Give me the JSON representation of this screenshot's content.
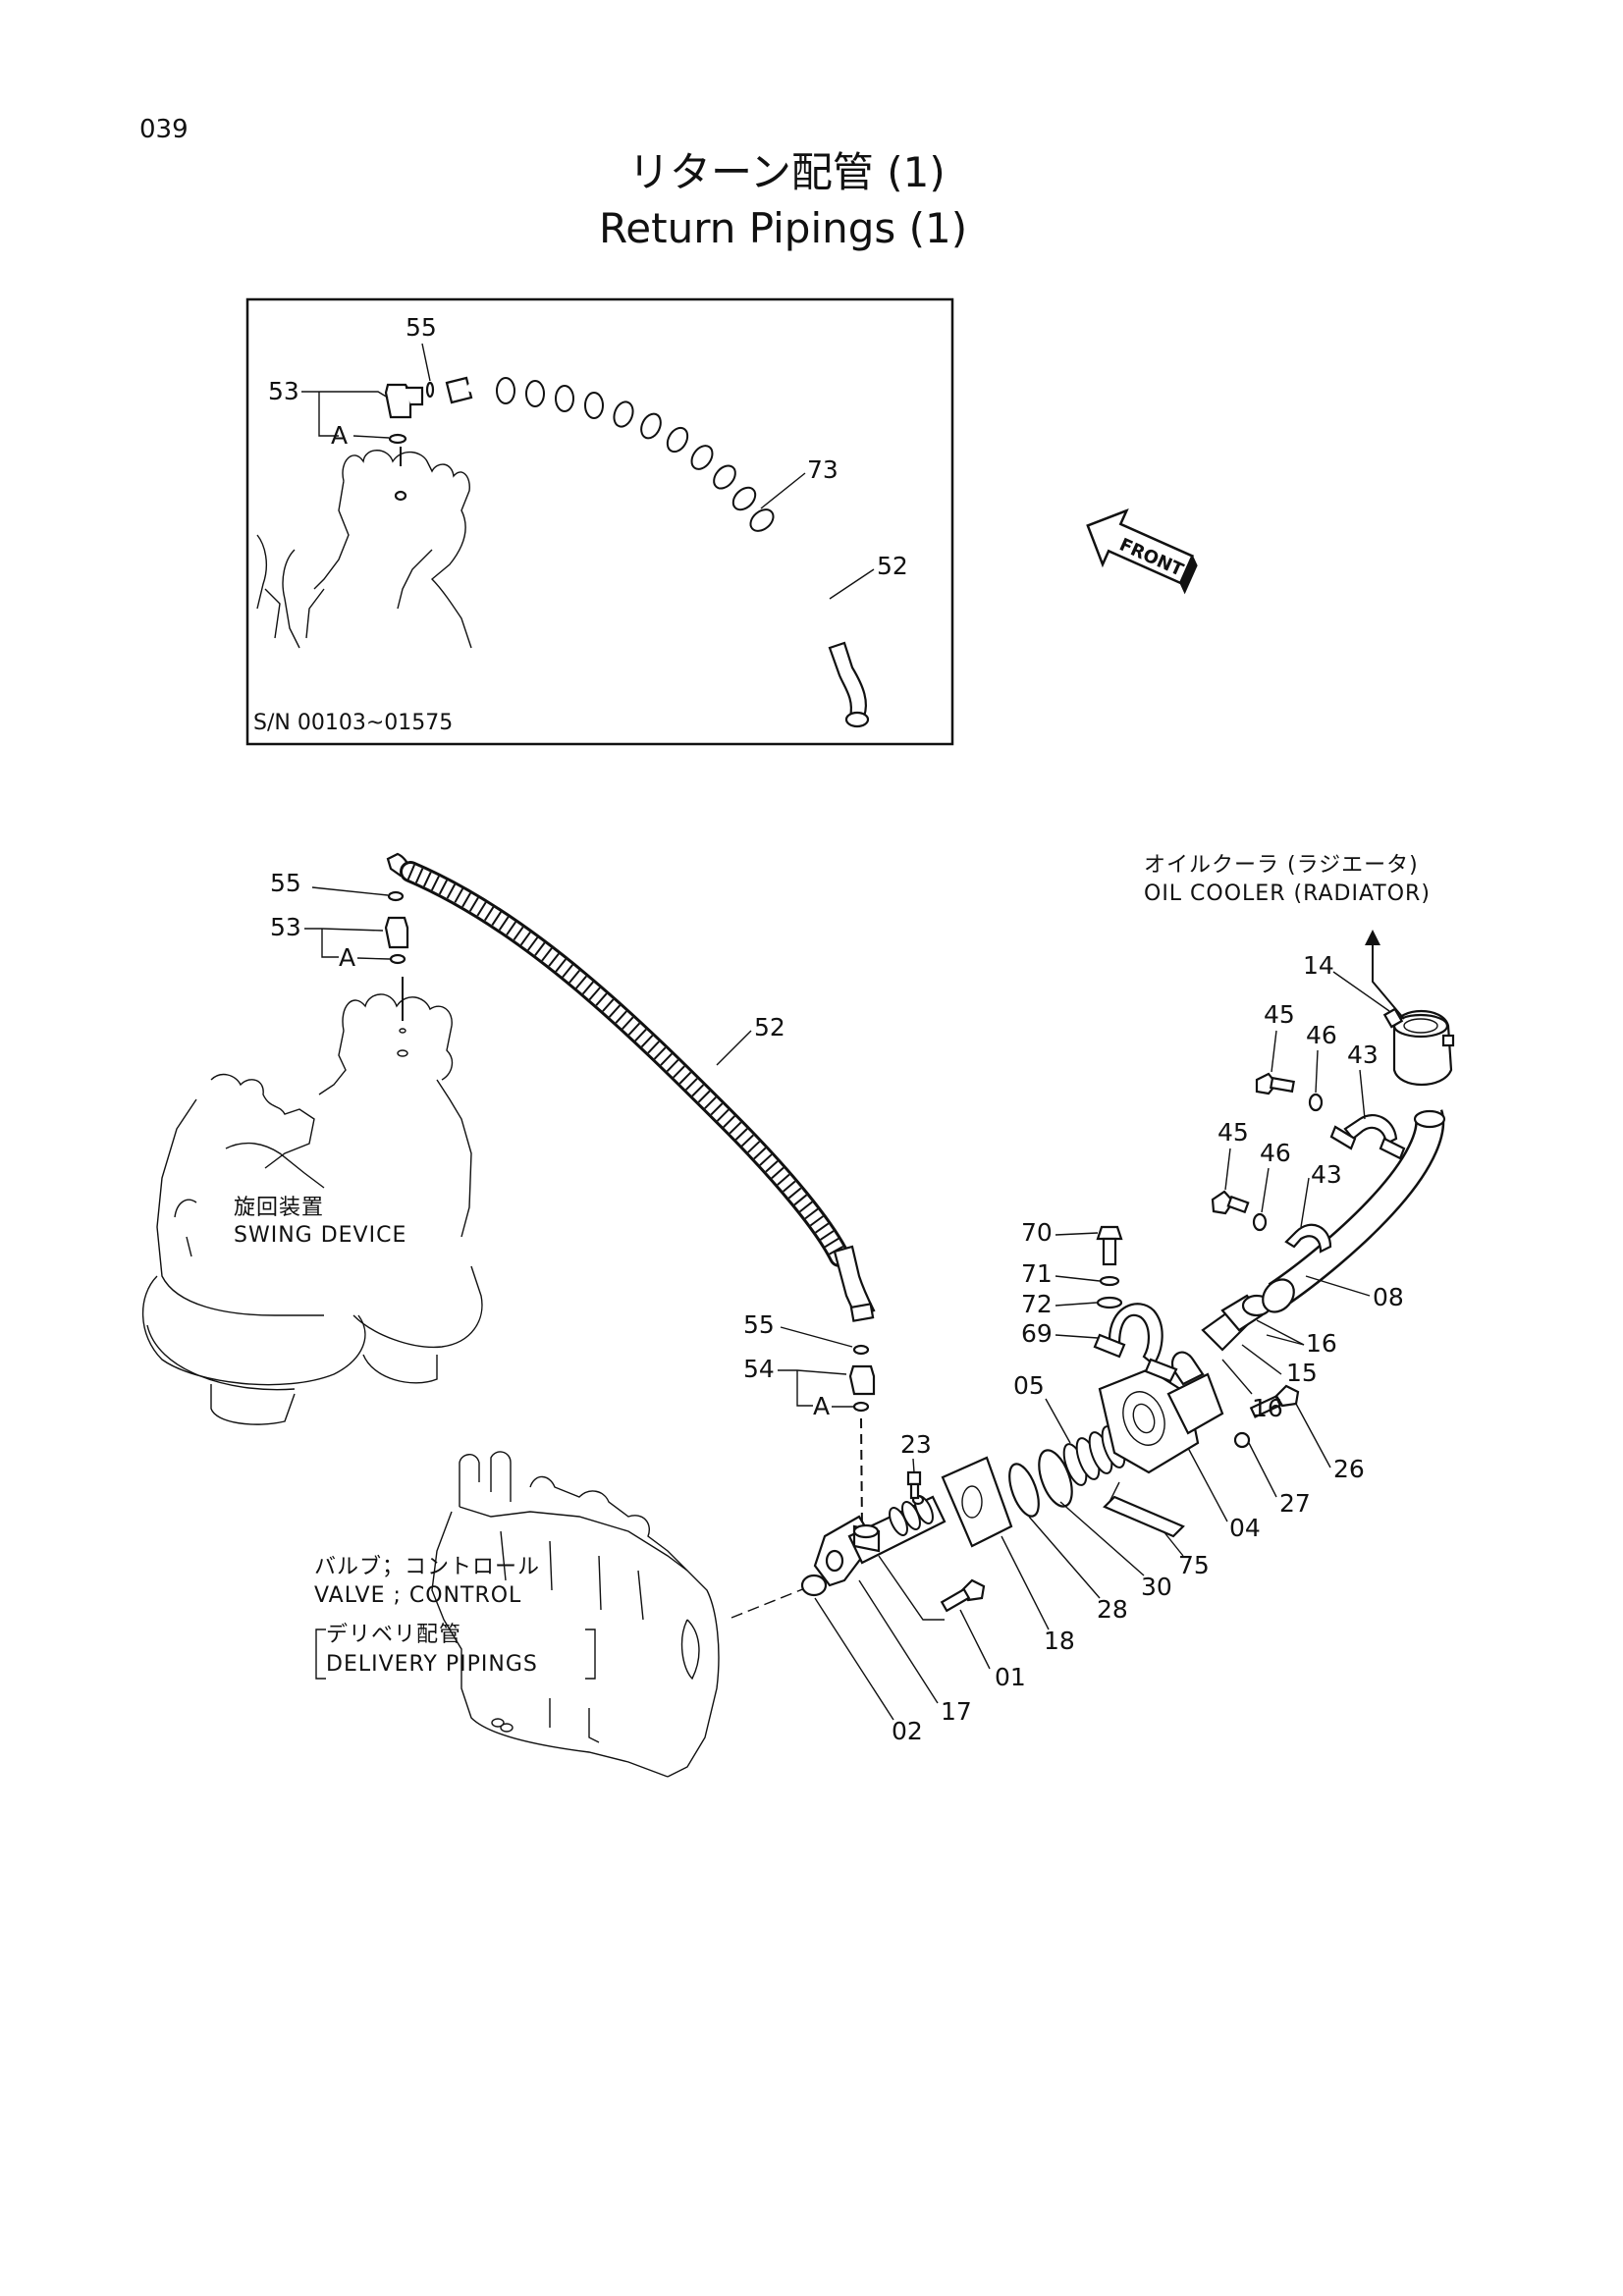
{
  "page_number": "039",
  "title_jp": "リターン配管 (1)",
  "title_en": "Return Pipings (1)",
  "front_label": "FRONT",
  "inset": {
    "serial_range": "S/N 00103~01575",
    "callouts": [
      "55",
      "53",
      "A",
      "73",
      "52"
    ]
  },
  "labels": {
    "oil_cooler_jp": "オイルクーラ (ラジエータ)",
    "oil_cooler_en": "OIL  COOLER (RADIATOR)",
    "swing_jp": "旋回装置",
    "swing_en": "SWING  DEVICE",
    "valve_jp": "バルブ；コントロール",
    "valve_en": "VALVE ; CONTROL",
    "delivery_jp": "デリベリ配管",
    "delivery_en": "DELIVERY  PIPINGS"
  },
  "callouts": {
    "c55a": "55",
    "c53": "53",
    "cA1": "A",
    "c52": "52",
    "c14": "14",
    "c45a": "45",
    "c46a": "46",
    "c43a": "43",
    "c45b": "45",
    "c46b": "46",
    "c43b": "43",
    "c70": "70",
    "c71": "71",
    "c72": "72",
    "c69": "69",
    "c08": "08",
    "c16a": "16",
    "c15": "15",
    "c16b": "16",
    "c55b": "55",
    "c54": "54",
    "cA2": "A",
    "c05": "05",
    "c23": "23",
    "c26": "26",
    "c27": "27",
    "c04": "04",
    "c75": "75",
    "c30": "30",
    "c28": "28",
    "c18": "18",
    "c01": "01",
    "c17": "17",
    "c02": "02"
  }
}
